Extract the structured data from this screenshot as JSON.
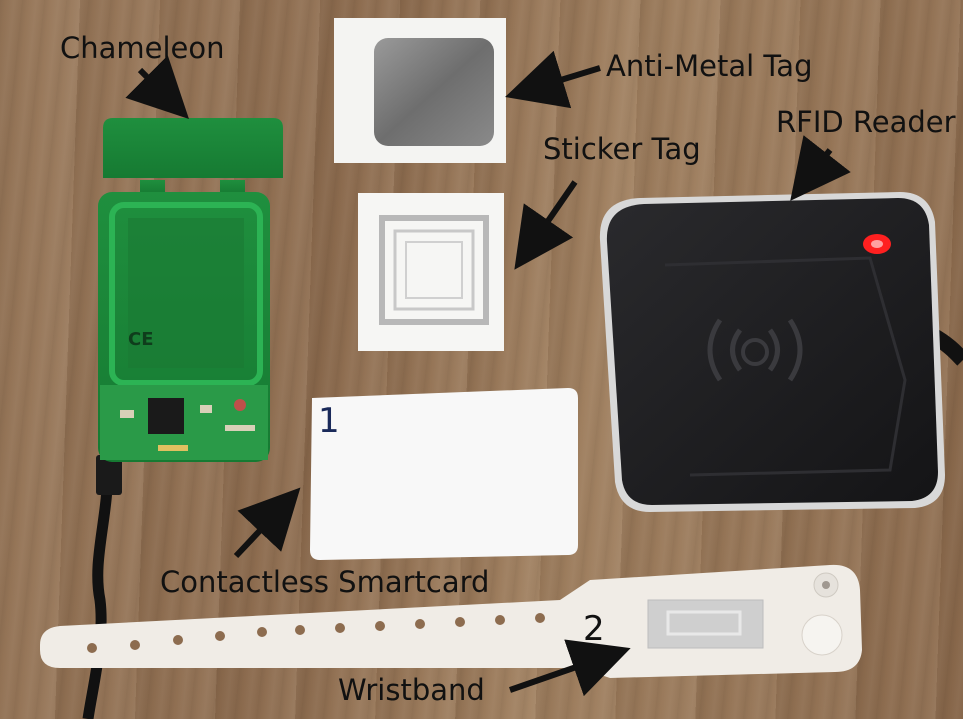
{
  "labels": {
    "chameleon": "Chameleon",
    "anti_metal_tag": "Anti-Metal Tag",
    "rfid_reader": "RFID Reader",
    "sticker_tag": "Sticker Tag",
    "contactless_smartcard": "Contactless Smartcard",
    "wristband": "Wristband"
  },
  "handwritten": {
    "card_number": "1",
    "wristband_number": "2"
  },
  "board_markings": {
    "ce_mark": "CE"
  },
  "colors": {
    "table": "#8d6c4f",
    "pcb_green": "#1e8a3c",
    "reader_black": "#1c1c1e",
    "reader_led": "#ff2020",
    "card_white": "#f8f8f8",
    "arrow": "#111111"
  }
}
